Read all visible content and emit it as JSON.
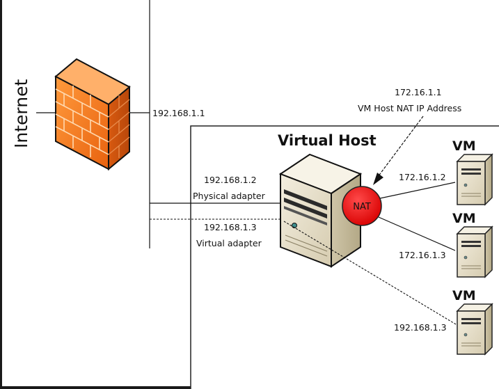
{
  "labels": {
    "internet": "Internet",
    "firewall_ip": "192.168.1.1",
    "nat_ip": "172.16.1.1",
    "nat_caption": "VM Host NAT IP Address",
    "virtual_host": "Virtual Host",
    "physical_ip": "192.168.1.2",
    "physical_adapter": "Physical adapter",
    "virtual_ip": "192.168.1.3",
    "virtual_adapter": "Virtual adapter",
    "nat": "NAT"
  },
  "vms": [
    {
      "label": "VM",
      "ip": "172.16.1.2"
    },
    {
      "label": "VM",
      "ip": "172.16.1.3"
    },
    {
      "label": "VM",
      "ip": "192.168.1.3"
    }
  ],
  "colors": {
    "firewall": "#f47b20",
    "nat": "#ee1111",
    "server_body": "#e9e2cf",
    "line": "#111111",
    "border": "#222222"
  }
}
